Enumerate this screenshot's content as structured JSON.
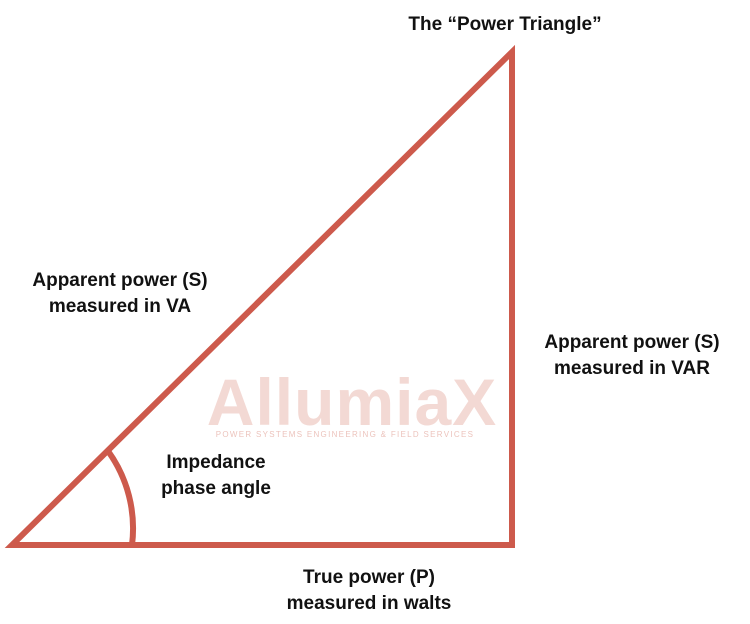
{
  "title": "The “Power Triangle”",
  "labels": {
    "hypotenuse": [
      "Apparent power (S)",
      "measured in VA"
    ],
    "vertical": [
      "Apparent power (S)",
      "measured in VAR"
    ],
    "angle": [
      "Impedance",
      "phase angle"
    ],
    "base": [
      "True power (P)",
      "measured in walts"
    ]
  },
  "watermark": {
    "brand": "AllumiaX",
    "tagline": "POWER SYSTEMS ENGINEERING & FIELD SERVICES"
  },
  "colors": {
    "triangle_stroke": "#cd5a4c",
    "text": "#111111",
    "watermark": "#f3d9d4"
  }
}
